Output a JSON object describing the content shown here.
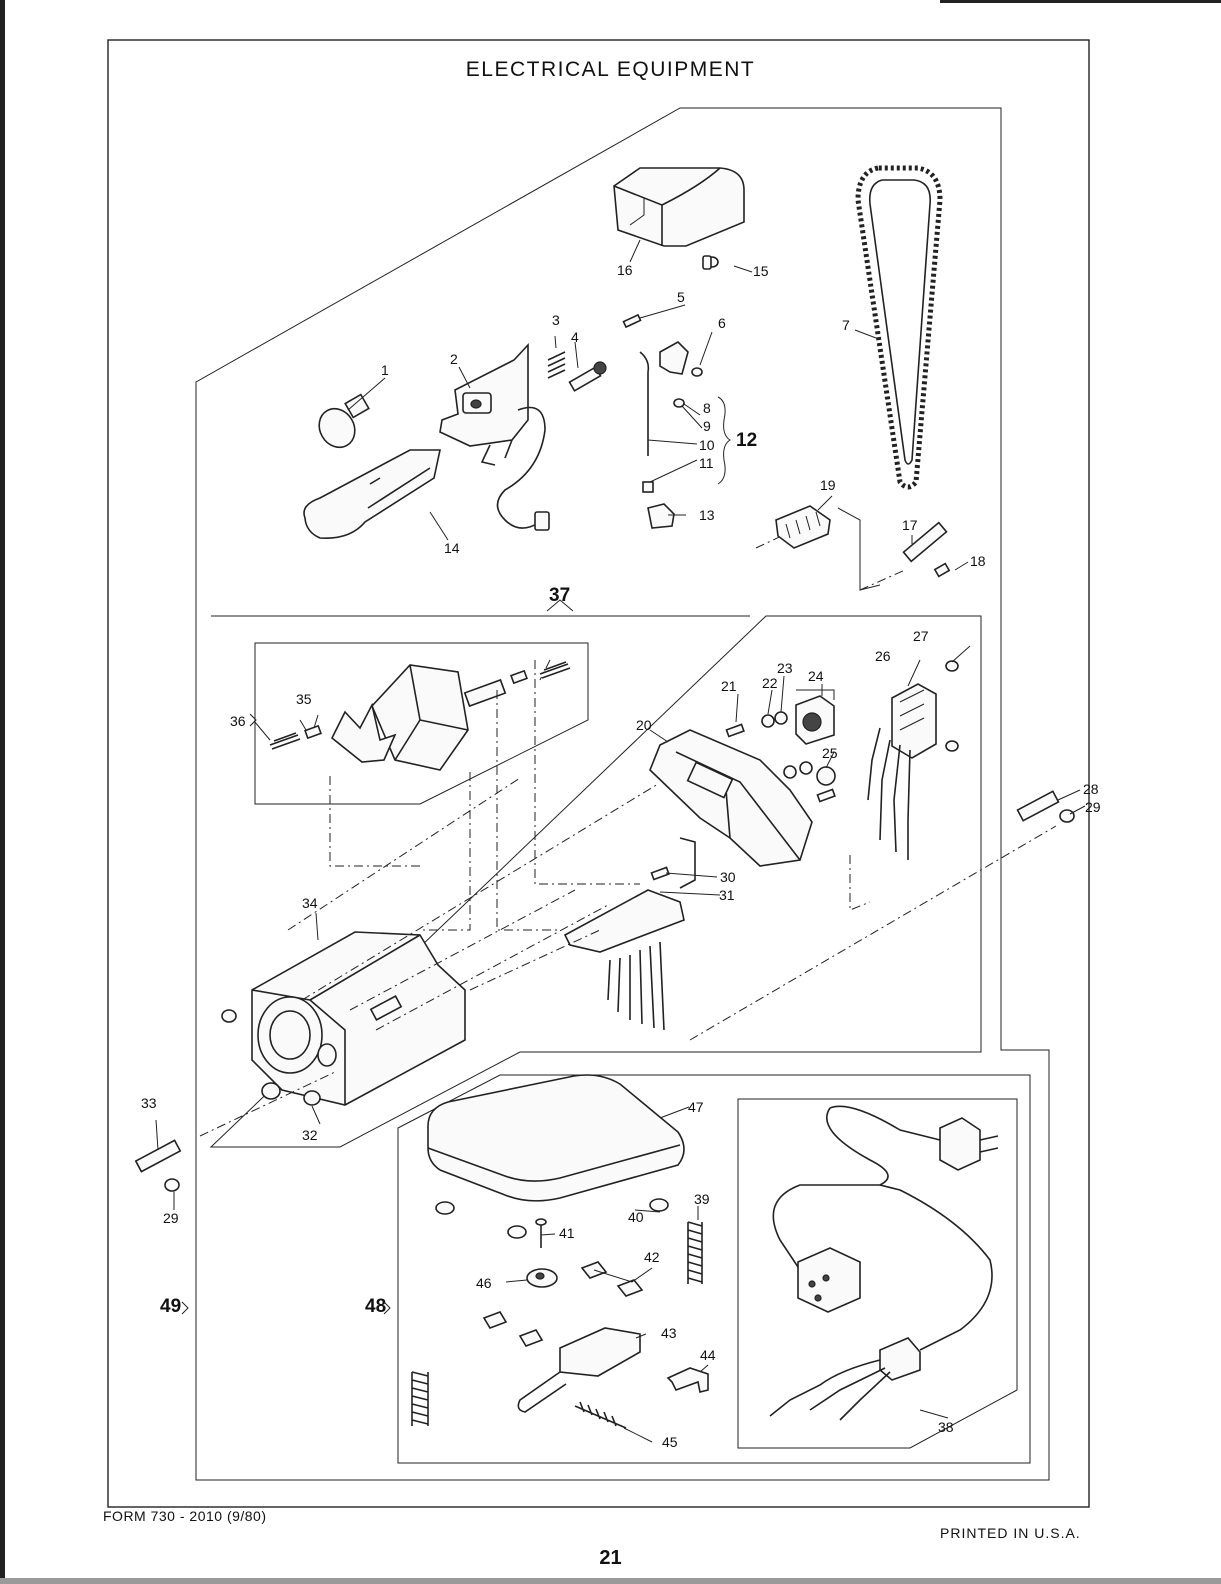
{
  "title": "ELECTRICAL  EQUIPMENT",
  "footer": {
    "form": "FORM  730 - 2010 (9/80)",
    "printed": "PRINTED  IN  U.S.A.",
    "page_number": "21"
  },
  "labels": [
    "1",
    "2",
    "3",
    "4",
    "5",
    "6",
    "7",
    "8",
    "9",
    "10",
    "11",
    "12",
    "13",
    "14",
    "15",
    "16",
    "17",
    "18",
    "19",
    "20",
    "21",
    "22",
    "23",
    "24",
    "25",
    "26",
    "27",
    "28",
    "29",
    "30",
    "31",
    "32",
    "33",
    "34",
    "35",
    "36",
    "37",
    "38",
    "39",
    "40",
    "41",
    "42",
    "43",
    "44",
    "45",
    "46",
    "47",
    "48",
    "49"
  ]
}
